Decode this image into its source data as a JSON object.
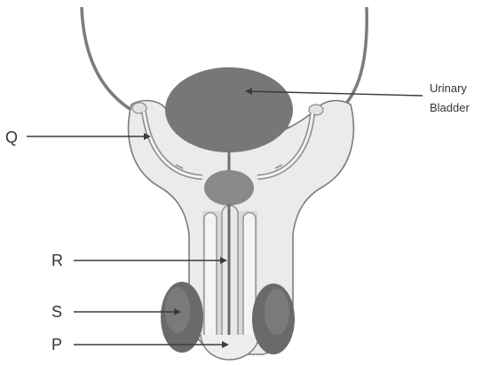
{
  "labels": {
    "urinary_bladder_line1": "Urinary",
    "urinary_bladder_line2": "Bladder",
    "q": "Q",
    "r": "R",
    "s": "S",
    "p": "P"
  },
  "colors": {
    "background": "#ffffff",
    "outline": "#7c7c7c",
    "tissue": "#ebebeb",
    "inner_tissue": "#d8d8d8",
    "tube": "#f4f4f4",
    "organ": "#777777",
    "organ_dark": "#6a6a6a",
    "leader": "#3c3c3c"
  }
}
